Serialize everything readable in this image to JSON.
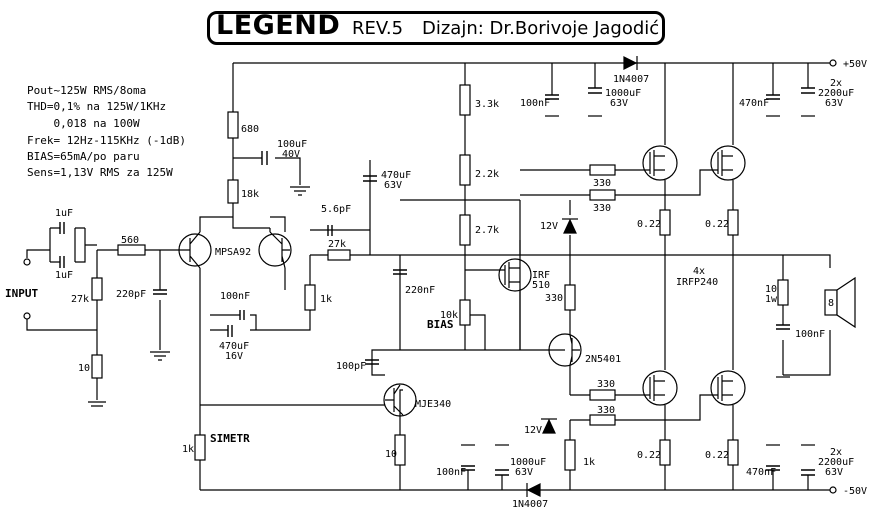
{
  "title": {
    "name": "LEGEND",
    "revision": "REV.5",
    "author": "Dizajn: Dr.Borivoje Jagodić"
  },
  "specs": [
    "Pout~125W RMS/8oma",
    "THD=0,1% na 125W/1KHz",
    "    0,018 na 100W",
    "Frek= 12Hz-115KHz (-1dB)",
    "BIAS=65mA/po paru",
    "Sens=1,13V RMS za 125W"
  ],
  "rails": {
    "positive": "+50V",
    "negative": "-50V"
  },
  "labels": {
    "input": "INPUT",
    "bias": "BIAS",
    "simetr": "SIMETR",
    "c_in_1": "1uF",
    "c_in_2": "1uF",
    "r_560": "560",
    "r_27k_in": "27k",
    "c_220p": "220pF",
    "r_10_in": "10",
    "q_mpsa92": "MPSA92",
    "r_680": "680",
    "c_100u_a": "100uF",
    "c_100u_b": "40V",
    "r_18k": "18k",
    "c_56p": "5.6pF",
    "r_27k_fb": "27k",
    "c_470u_a": "470uF",
    "c_470u_b": "63V",
    "c_100n_fb": "100nF",
    "c_470u16_a": "470uF",
    "c_470u16_b": "16V",
    "r_1k_fb": "1k",
    "r_33k": "3.3k",
    "r_22k": "2.2k",
    "r_27k_bias": "2.7k",
    "c_220n": "220nF",
    "q_irf510_a": "IRF",
    "q_irf510_b": "510",
    "r_10k_bias": "10k",
    "c_100p": "100pF",
    "q_mje340": "MJE340",
    "r_10_e": "10",
    "r_1k_sim": "1k",
    "z_12v_top": "12V",
    "z_12v_bot": "12V",
    "r_330_mid": "330",
    "q_2n5401": "2N5401",
    "r_1k_bot": "1k",
    "r_330_g1": "330",
    "r_330_g2": "330",
    "r_330_g3": "330",
    "r_330_g4": "330",
    "r_022_1": "0.22",
    "r_022_2": "0.22",
    "r_022_3": "0.22",
    "r_022_4": "0.22",
    "q_out_a": "4x",
    "q_out_b": "IRFP240",
    "d_top": "1N4007",
    "d_bot": "1N4007",
    "c_100n_top": "100nF",
    "c_1000u_top_a": "1000uF",
    "c_1000u_top_b": "63V",
    "c_470n_top": "470nF",
    "c_2200_top_a": "2x",
    "c_2200_top_b": "2200uF",
    "c_2200_top_c": "63V",
    "c_100n_bot": "100nF",
    "c_1000u_bot_a": "1000uF",
    "c_1000u_bot_b": "63V",
    "c_470n_bot": "470nF",
    "c_2200_bot_a": "2x",
    "c_2200_bot_b": "2200uF",
    "c_2200_bot_c": "63V",
    "r_zobel_a": "10",
    "r_zobel_b": "1w",
    "c_zobel": "100nF",
    "speaker": "8"
  }
}
